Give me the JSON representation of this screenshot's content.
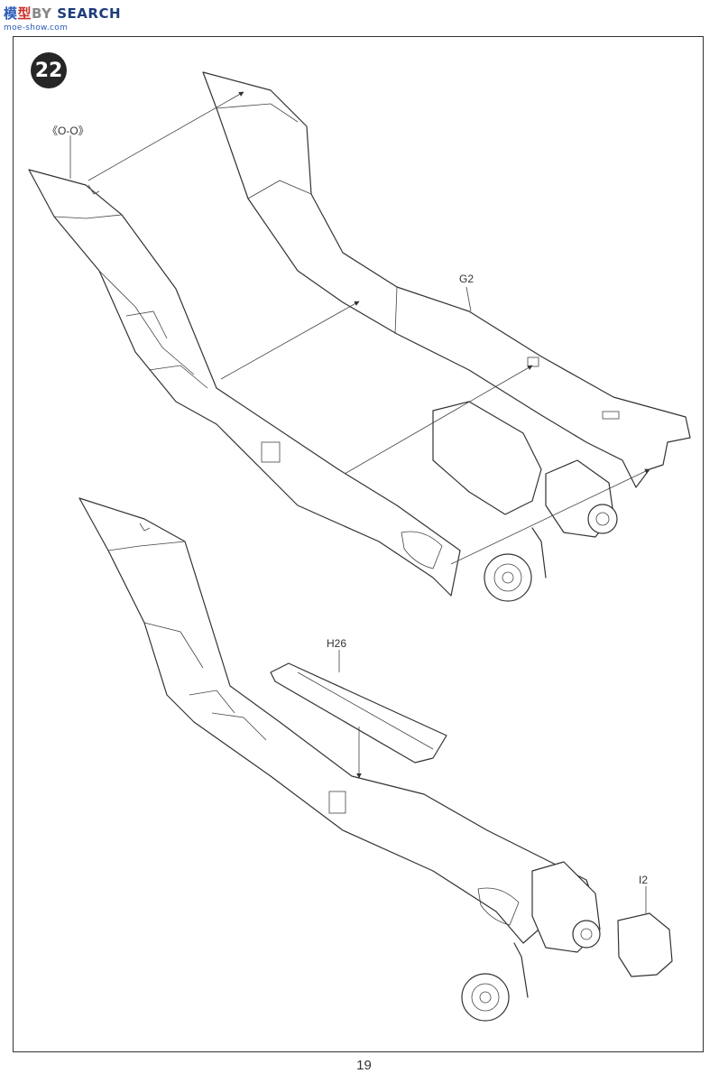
{
  "header": {
    "logo_part_a": "模",
    "logo_part_b": "型",
    "logo_part_c": "BY",
    "logo_text": "SEARCH",
    "site_url": "moe-show.com"
  },
  "step": {
    "number": "22"
  },
  "callouts": {
    "o_o": "《O-O》",
    "g2": "G2",
    "h26": "H26",
    "i2": "I2"
  },
  "footer": {
    "page_number": "19"
  },
  "icons": {
    "step_badge": "numbered-circle-badge",
    "assembly_arrow": "arrow-icon"
  }
}
